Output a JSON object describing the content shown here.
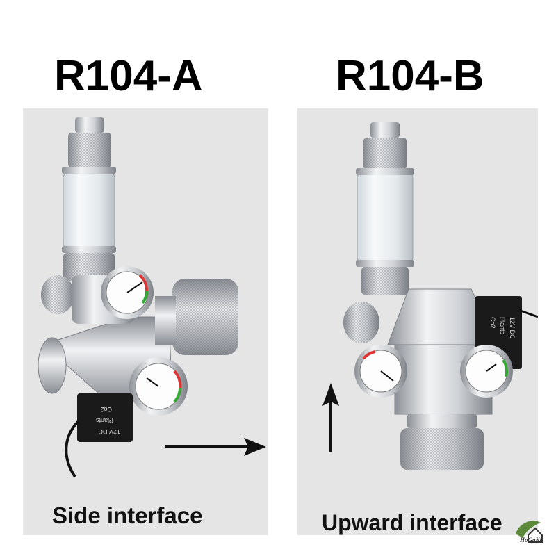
{
  "titles": {
    "a": "R104-A",
    "b": "R104-B"
  },
  "captions": {
    "a": "Side interface",
    "b": "Upward interface"
  },
  "product_labels": {
    "co2": "Co2",
    "plants": "Plants",
    "voltage": "12V DC"
  },
  "logo": {
    "text": "HoGaKi"
  },
  "colors": {
    "panel_bg": "#e5e5e5",
    "metal": "#c9ccd0",
    "arrow": "#111111"
  }
}
